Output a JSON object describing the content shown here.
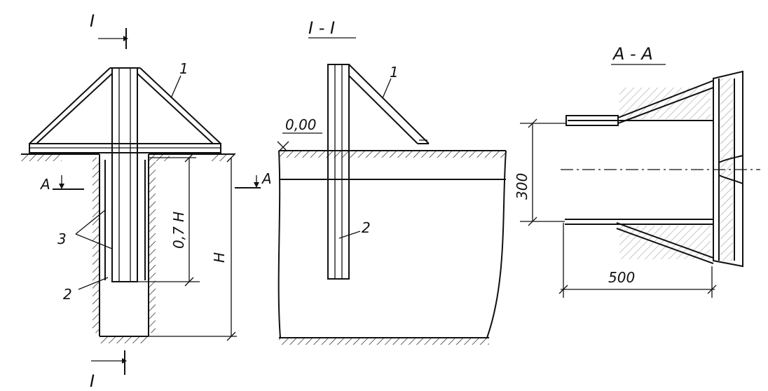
{
  "section_labels": {
    "cut_mark_top": "I",
    "cut_mark_bottom": "I",
    "section_I": "I - I",
    "section_A": "A - A",
    "cut_A_left": "A",
    "cut_A_right": "A"
  },
  "callouts": {
    "brace": "1",
    "post": "2",
    "walls": "3"
  },
  "dimensions": {
    "depth_embed": "0,7 H",
    "depth_total": "H",
    "level": "0,00",
    "width_300": "300",
    "length_500": "500"
  }
}
